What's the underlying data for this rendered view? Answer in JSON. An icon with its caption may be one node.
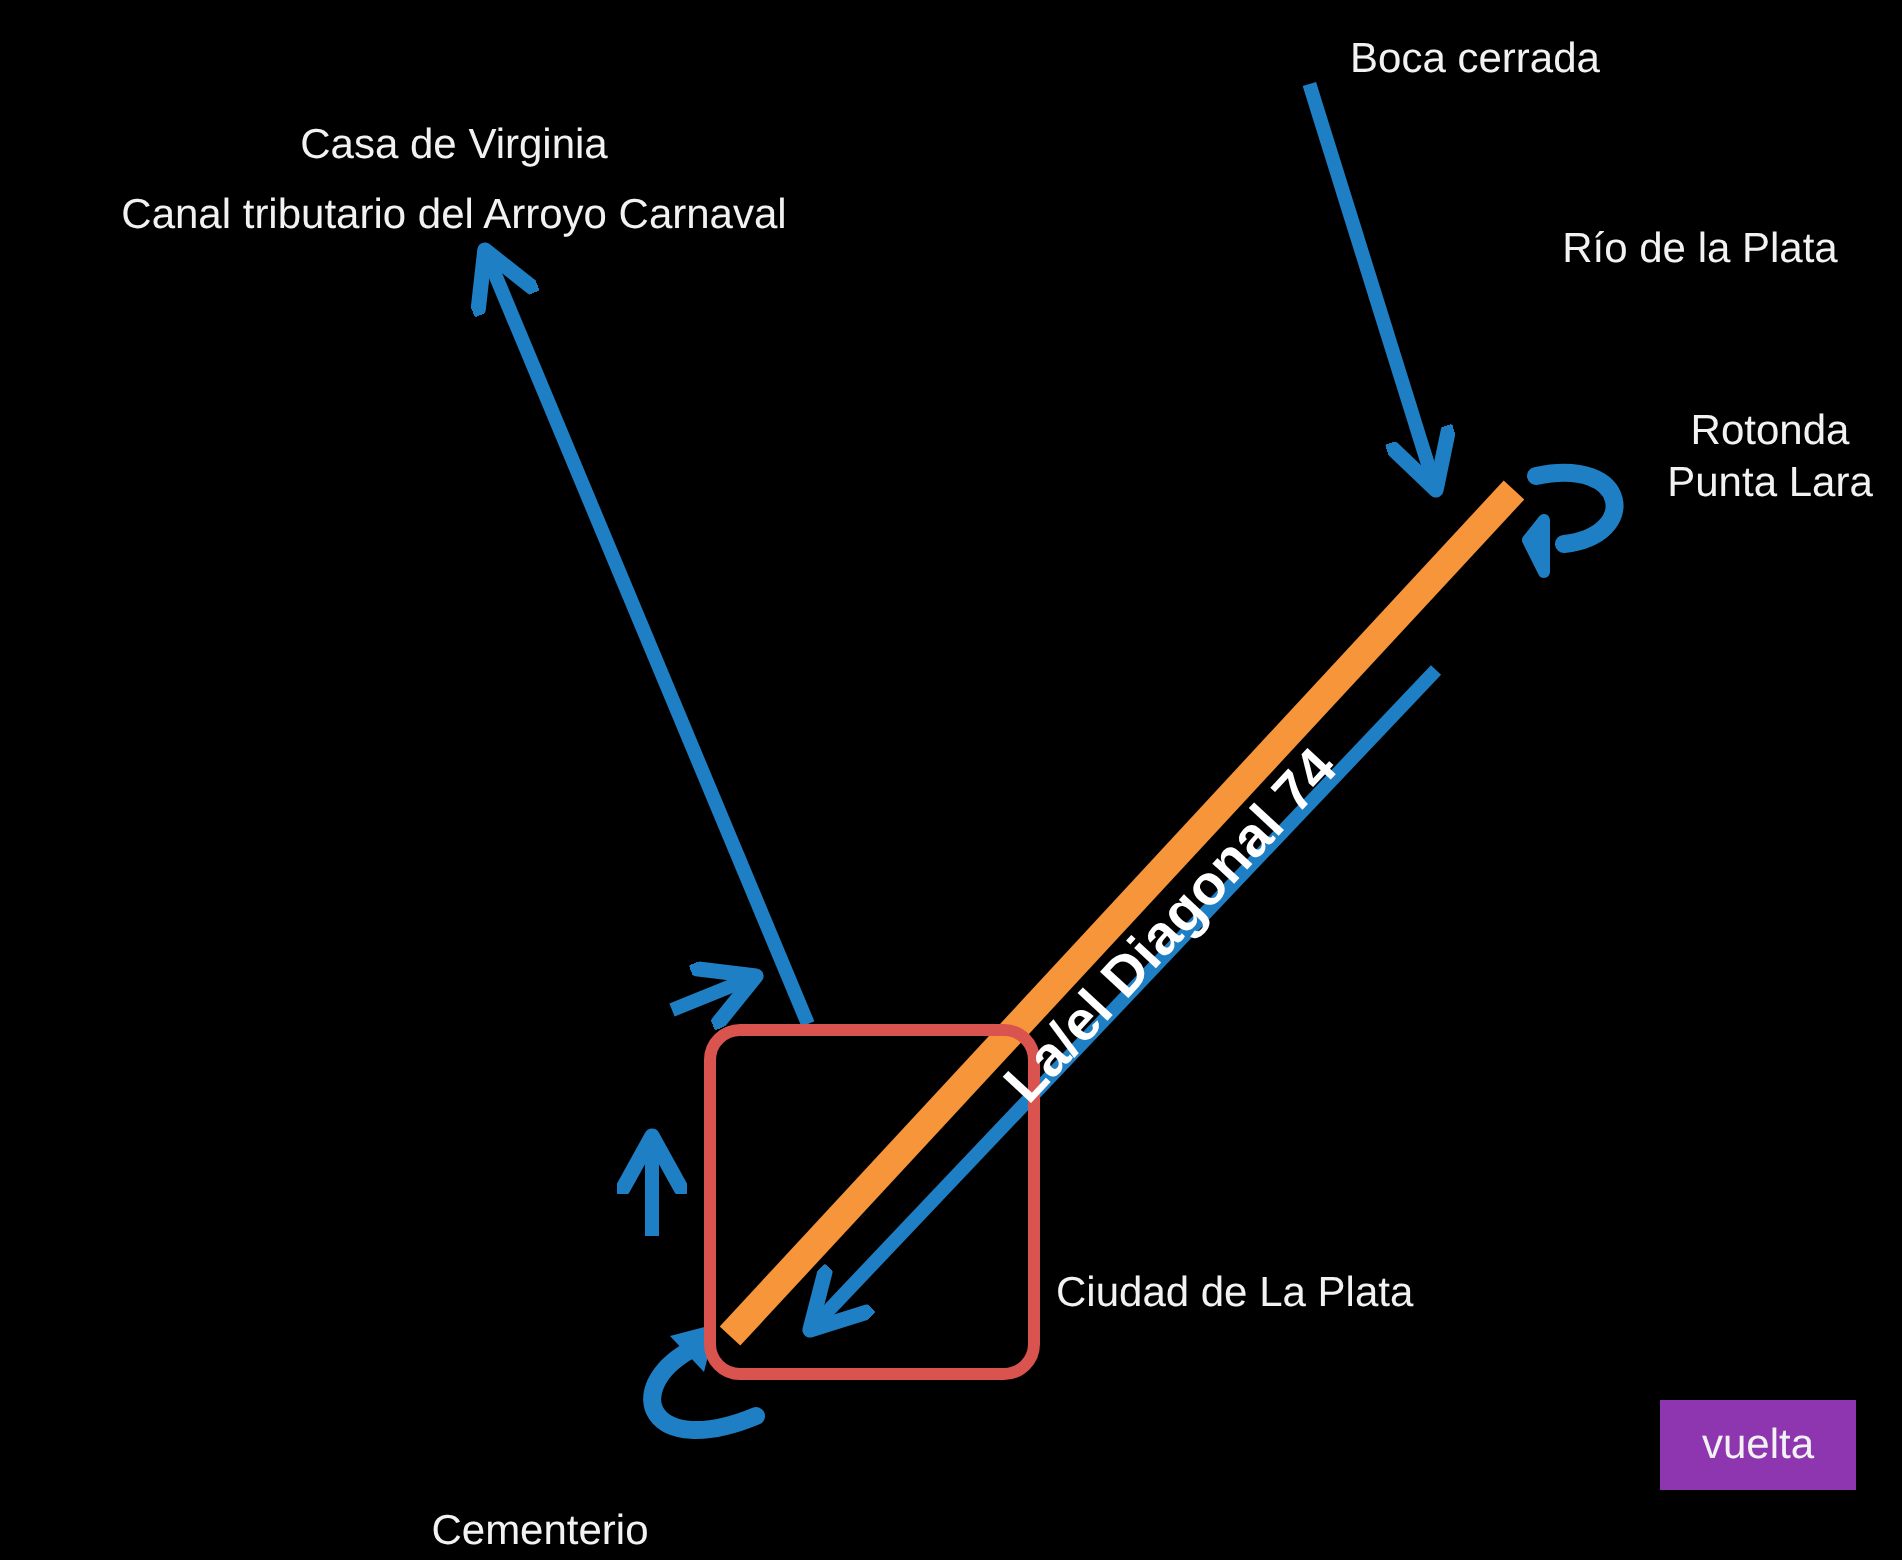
{
  "diagram": {
    "nodes": [
      {
        "text": [
          "Casa de Virginia",
          "Canal tributario del Arroyo Carnaval"
        ]
      },
      {
        "text": [
          "Boca cerrada"
        ]
      },
      {
        "text": [],
        "shape": "box"
      },
      {
        "text": [
          "vuelta"
        ]
      }
    ],
    "edges": [
      {
        "from": 2,
        "to": 0,
        "arrow": "to"
      },
      {
        "from": 1,
        "to": null,
        "arrow": "to"
      }
    ],
    "labels": [
      "Río de la Plata",
      "Rotonda Punta Lara",
      "La/el Diagonal 74",
      "Ciudad de La Plata",
      "Cementerio"
    ]
  }
}
